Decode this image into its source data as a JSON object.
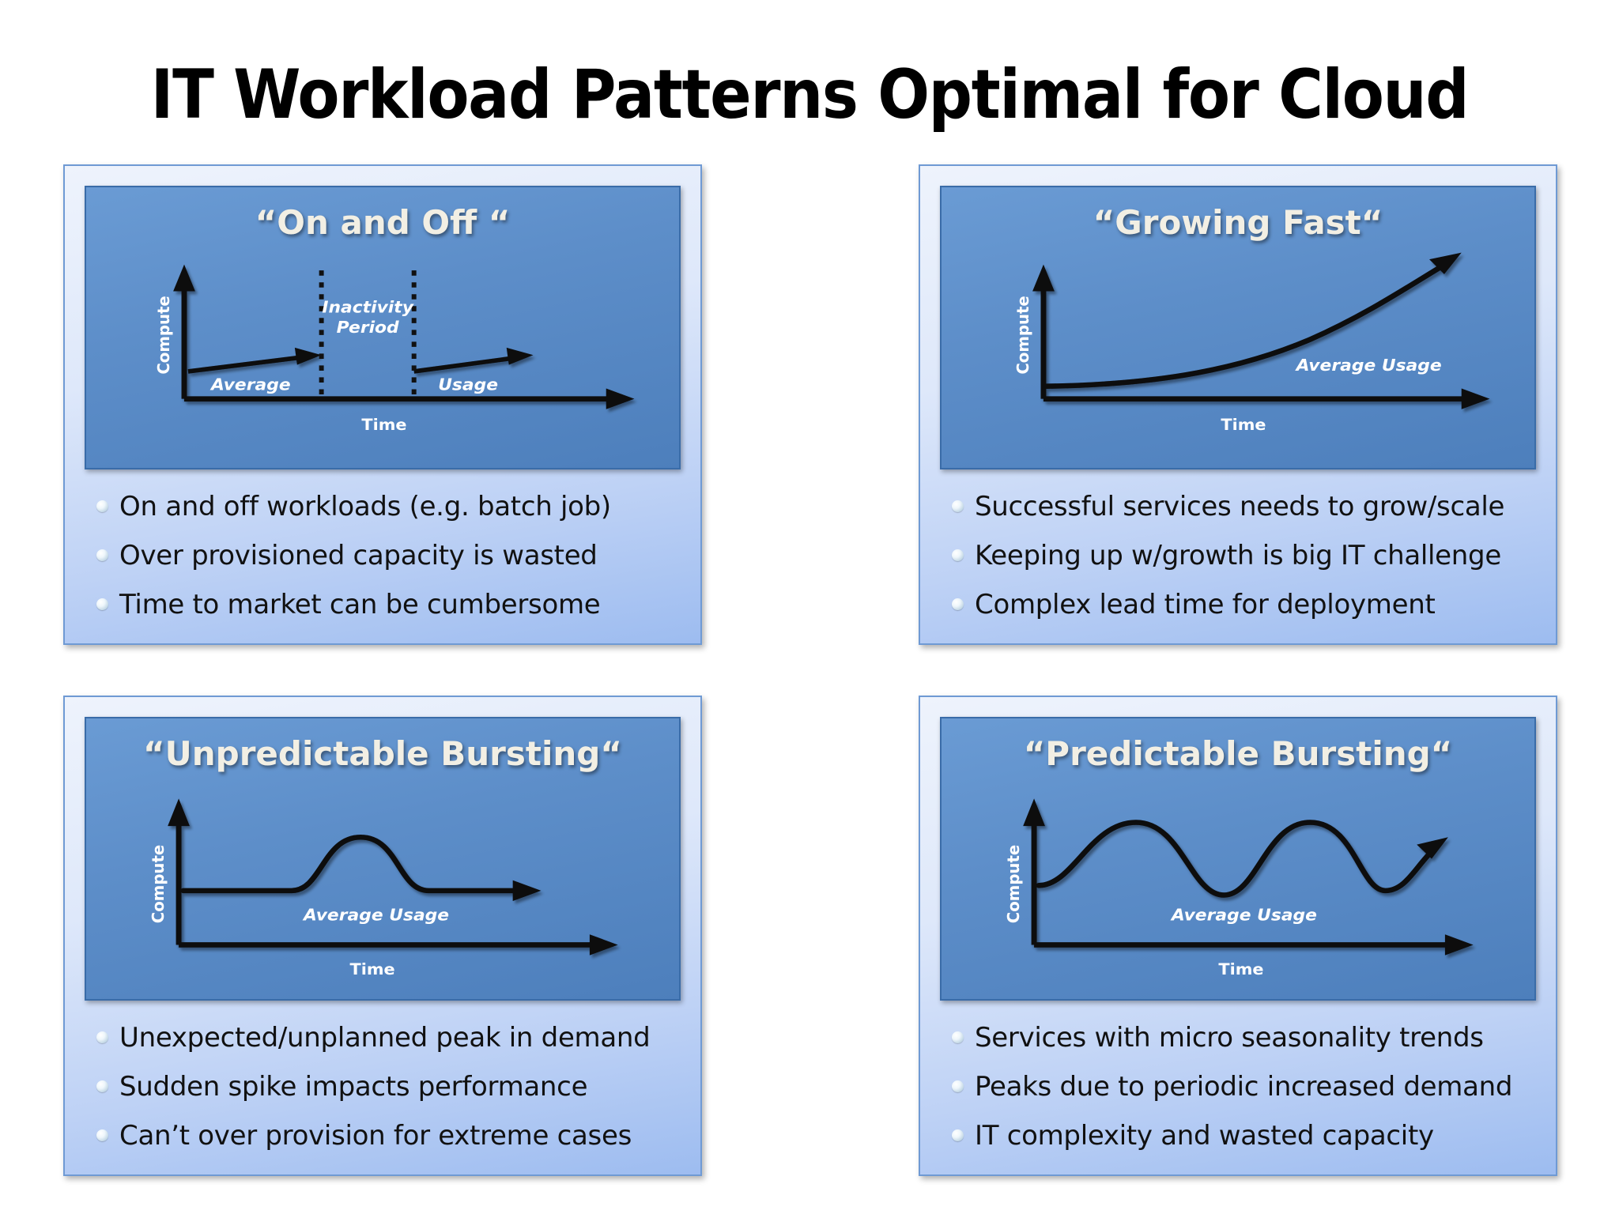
{
  "slide": {
    "title": "IT Workload Patterns Optimal for Cloud",
    "background_color": "#ffffff",
    "panel_border_color": "#6f9ad4",
    "chart_fill_color": "#5d8ec9",
    "chart_title_color": "#f2efe4"
  },
  "panels": [
    {
      "id": "on-and-off",
      "chart_title": "“On and Off “",
      "axis": {
        "y": "Compute",
        "x": "Time"
      },
      "annotations": [
        "Inactivity Period",
        "Average",
        "Usage"
      ],
      "bullets": [
        "On and off workloads (e.g. batch job)",
        "Over provisioned capacity is wasted",
        "Time to market can be cumbersome"
      ]
    },
    {
      "id": "growing-fast",
      "chart_title": "“Growing Fast“",
      "axis": {
        "y": "Compute",
        "x": "Time"
      },
      "annotations": [
        "Average Usage"
      ],
      "bullets": [
        "Successful services needs to grow/scale",
        "Keeping up w/growth is big IT challenge",
        "Complex lead time for deployment"
      ]
    },
    {
      "id": "unpredictable-bursting",
      "chart_title": "“Unpredictable Bursting“",
      "axis": {
        "y": "Compute",
        "x": "Time"
      },
      "annotations": [
        "Average Usage"
      ],
      "bullets": [
        "Unexpected/unplanned peak in demand",
        "Sudden spike impacts performance",
        "Can’t over provision for extreme cases"
      ]
    },
    {
      "id": "predictable-bursting",
      "chart_title": "“Predictable Bursting“",
      "axis": {
        "y": "Compute",
        "x": "Time"
      },
      "annotations": [
        "Average Usage"
      ],
      "bullets": [
        "Services with micro seasonality trends",
        "Peaks due to periodic increased demand",
        "IT complexity and wasted capacity"
      ]
    }
  ],
  "chart_data": [
    {
      "type": "line",
      "title": "“On and Off “",
      "xlabel": "Time",
      "ylabel": "Compute",
      "description": "Two separate ramping usage segments separated by a dotted-bounded inactivity period",
      "series": [
        {
          "name": "Average",
          "x": [
            0,
            30
          ],
          "y": [
            18,
            30
          ]
        },
        {
          "name": "Usage",
          "x": [
            58,
            90
          ],
          "y": [
            20,
            32
          ]
        }
      ],
      "annotations": [
        {
          "text": "Inactivity Period",
          "x": 44,
          "y": 62
        },
        {
          "text": "Average",
          "x": 16,
          "y": 10
        },
        {
          "text": "Usage",
          "x": 74,
          "y": 10
        }
      ],
      "grid": false,
      "legend": "none"
    },
    {
      "type": "line",
      "title": "“Growing Fast“",
      "xlabel": "Time",
      "ylabel": "Compute",
      "description": "Exponential growth curve rising toward upper right",
      "x": [
        0,
        20,
        40,
        60,
        80,
        100
      ],
      "values": [
        3,
        5,
        11,
        24,
        50,
        88
      ],
      "annotations": [
        {
          "text": "Average Usage",
          "x": 70,
          "y": 36
        }
      ],
      "grid": false,
      "legend": "none"
    },
    {
      "type": "line",
      "title": "“Unpredictable Bursting“",
      "xlabel": "Time",
      "ylabel": "Compute",
      "description": "Flat baseline with one sudden isolated peak then return to baseline",
      "x": [
        0,
        30,
        38,
        46,
        54,
        62,
        100
      ],
      "values": [
        22,
        22,
        55,
        70,
        55,
        22,
        22
      ],
      "annotations": [
        {
          "text": "Average Usage",
          "x": 50,
          "y": 10
        }
      ],
      "grid": false,
      "legend": "none"
    },
    {
      "type": "line",
      "title": "“Predictable Bursting“",
      "xlabel": "Time",
      "ylabel": "Compute",
      "description": "Repeating sinusoidal peaks and troughs with slight upward trend",
      "x": [
        0,
        12,
        25,
        38,
        50,
        62,
        75,
        88,
        100
      ],
      "values": [
        30,
        62,
        88,
        62,
        30,
        62,
        88,
        45,
        72
      ],
      "annotations": [
        {
          "text": "Average Usage",
          "x": 46,
          "y": 12
        }
      ],
      "grid": false,
      "legend": "none"
    }
  ]
}
